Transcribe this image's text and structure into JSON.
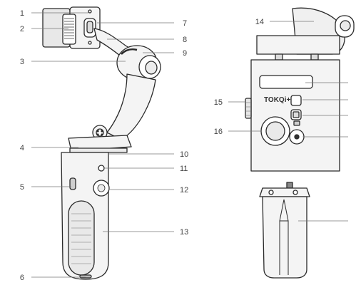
{
  "brand_label": "TOKQi+",
  "callouts": {
    "n1": "1",
    "n2": "2",
    "n3": "3",
    "n4": "4",
    "n5": "5",
    "n6": "6",
    "n7": "7",
    "n8": "8",
    "n9": "9",
    "n10": "10",
    "n11": "11",
    "n12": "12",
    "n13": "13",
    "n14": "14",
    "n15": "15",
    "n16": "16"
  },
  "colors": {
    "body_fill": "#f4f4f4",
    "outline": "#2a2a2a",
    "leader_line": "#777777",
    "label_text": "#444444",
    "dark_accent": "#333333"
  },
  "icons": [
    "gimbal-illustration",
    "control-panel-illustration",
    "tripod-illustration"
  ]
}
